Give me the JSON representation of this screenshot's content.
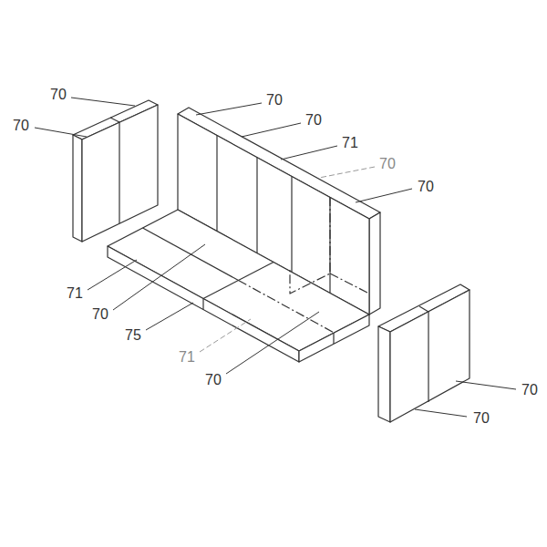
{
  "diagram": {
    "labels": [
      "70",
      "70",
      "70",
      "70",
      "71",
      "70",
      "70",
      "71",
      "70",
      "75",
      "71",
      "70",
      "70",
      "70"
    ]
  }
}
